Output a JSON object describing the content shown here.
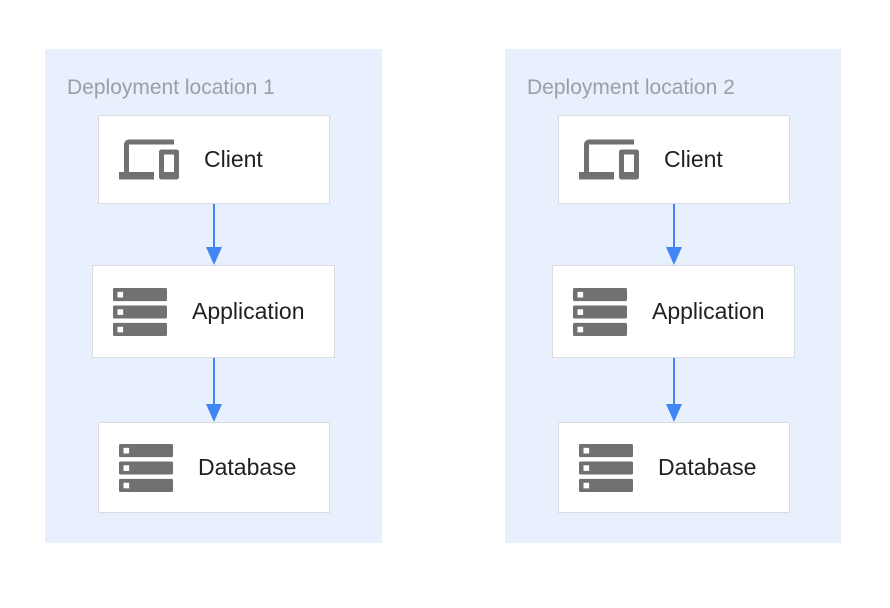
{
  "diagram": {
    "panels": [
      {
        "title": "Deployment location 1",
        "nodes": [
          {
            "label": "Client",
            "icon": "devices-icon"
          },
          {
            "label": "Application",
            "icon": "server-stack-icon"
          },
          {
            "label": "Database",
            "icon": "server-stack-icon"
          }
        ]
      },
      {
        "title": "Deployment location 2",
        "nodes": [
          {
            "label": "Client",
            "icon": "devices-icon"
          },
          {
            "label": "Application",
            "icon": "server-stack-icon"
          },
          {
            "label": "Database",
            "icon": "server-stack-icon"
          }
        ]
      }
    ],
    "connections": [
      {
        "from": "Client",
        "to": "Application",
        "style": "arrow-down"
      },
      {
        "from": "Application",
        "to": "Database",
        "style": "arrow-down"
      }
    ],
    "colors": {
      "page_background": "#FFFFFF",
      "panel_background": "#E8F0FE",
      "node_background": "#FFFFFF",
      "node_border": "#DADCE0",
      "panel_title_text": "#9AA0A6",
      "node_label_text": "#212121",
      "icon_gray": "#717171",
      "arrow_blue": "#4285F4"
    }
  }
}
